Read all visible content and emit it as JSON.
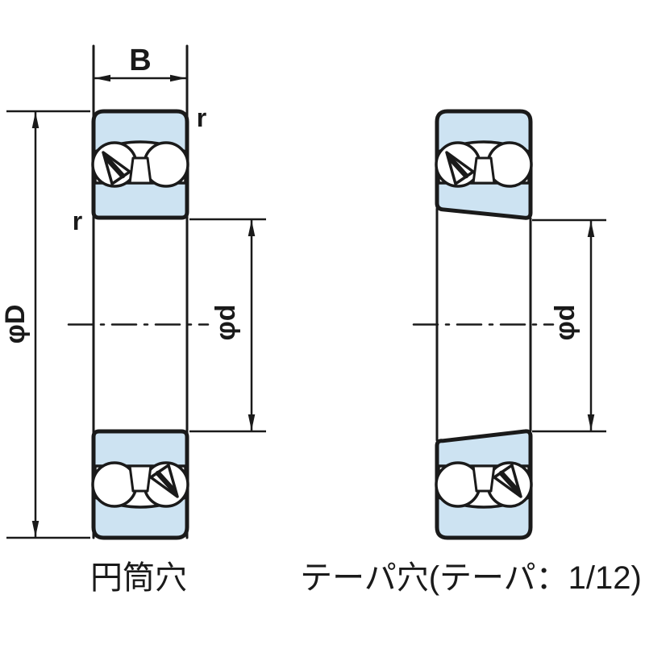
{
  "diagram": {
    "type": "bearing-bore-cross-section",
    "colors": {
      "line": "#1a1a1a",
      "ring_fill": "#cde3f2",
      "ball_fill": "#ffffff",
      "background": "#ffffff"
    },
    "dimensions": {
      "width_label": "B",
      "outer_diameter_label": "φD",
      "bore_diameter_label_left": "φd",
      "bore_diameter_label_right": "φd",
      "chamfer_label_top_right": "r",
      "chamfer_label_bottom_left": "r"
    },
    "captions": {
      "left_bearing": "円筒穴",
      "right_bearing": "テーパ穴(テーパ：1/12)"
    }
  }
}
